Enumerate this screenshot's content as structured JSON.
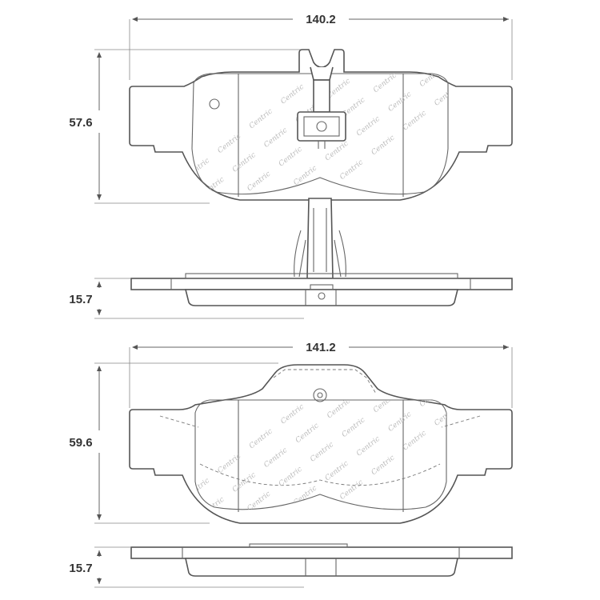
{
  "dimensions": {
    "top_width": "140.2",
    "top_height": "57.6",
    "top_thickness": "15.7",
    "bottom_width": "141.2",
    "bottom_height": "59.6",
    "bottom_thickness": "15.7"
  },
  "pad_logo": "Centric",
  "colors": {
    "line": "#555555",
    "text": "#333333",
    "background": "#ffffff"
  }
}
